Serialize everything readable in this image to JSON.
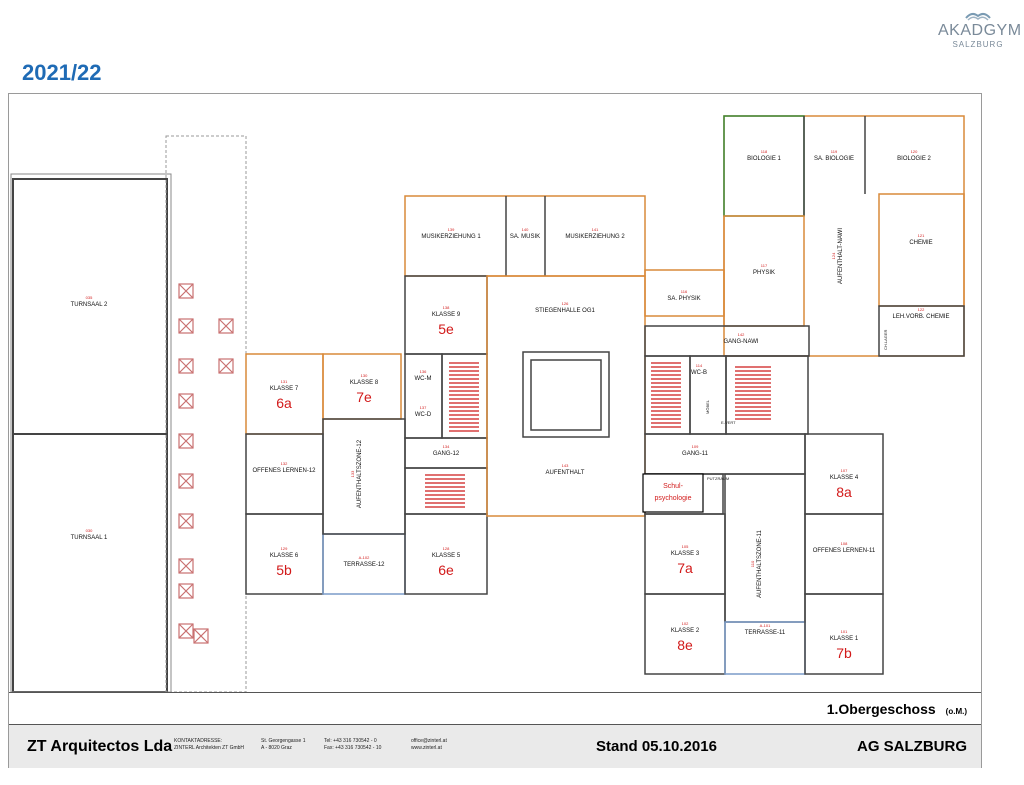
{
  "header": {
    "year": "2021/22",
    "logo_name": "AKADGYM",
    "logo_sub": "SALZBURG"
  },
  "colors": {
    "year": "#1f6bb5",
    "class_label": "#d21a1a",
    "room_number": "#d21a1a",
    "wall": "#444444",
    "orange_wall": "#d98a3a",
    "green_wall": "#3b8a3b"
  },
  "rooms": [
    {
      "id": "turnsaal2",
      "name": "TURNSAAL 2",
      "num": "035"
    },
    {
      "id": "turnsaal1",
      "name": "TURNSAAL 1",
      "num": "030"
    },
    {
      "id": "klasse7",
      "name": "KLASSE 7",
      "num": "131",
      "class": "6a"
    },
    {
      "id": "klasse8",
      "name": "KLASSE 8",
      "num": "130",
      "class": "7e"
    },
    {
      "id": "offenes12",
      "name": "OFFENES LERNEN-12",
      "num": "132"
    },
    {
      "id": "klasse6",
      "name": "KLASSE 6",
      "num": "129",
      "class": "5b"
    },
    {
      "id": "terrasse12",
      "name": "TERRASSE-12",
      "num": "A-102"
    },
    {
      "id": "klasse5",
      "name": "KLASSE 5",
      "num": "128",
      "class": "6e"
    },
    {
      "id": "aufenthalt12",
      "name": "AUFENTHALTSZONE-12",
      "num": "133"
    },
    {
      "id": "wcm",
      "name": "WC-M",
      "num": "136"
    },
    {
      "id": "wcd",
      "name": "WC-D",
      "num": "137"
    },
    {
      "id": "gang12",
      "name": "GANG-12",
      "num": "134"
    },
    {
      "id": "musik1",
      "name": "MUSIKERZIEHUNG 1",
      "num": "139"
    },
    {
      "id": "samusik",
      "name": "SA. MUSIK",
      "num": "140"
    },
    {
      "id": "musik2",
      "name": "MUSIKERZIEHUNG 2",
      "num": "141"
    },
    {
      "id": "klasse9",
      "name": "KLASSE 9",
      "num": "138",
      "class": "5e"
    },
    {
      "id": "stiegenhalle",
      "name": "STIEGENHALLE OG1",
      "num": "126"
    },
    {
      "id": "aufenthalt",
      "name": "AUFENTHALT",
      "num": "143"
    },
    {
      "id": "saphysik",
      "name": "SA. PHYSIK",
      "num": "116"
    },
    {
      "id": "physik",
      "name": "PHYSIK",
      "num": "117"
    },
    {
      "id": "biologie1",
      "name": "BIOLOGIE 1",
      "num": "118"
    },
    {
      "id": "sabiologie",
      "name": "SA. BIOLOGIE",
      "num": "119"
    },
    {
      "id": "biologie2",
      "name": "BIOLOGIE 2",
      "num": "120"
    },
    {
      "id": "chemie",
      "name": "CHEMIE",
      "num": "121"
    },
    {
      "id": "lehvorb",
      "name": "LEH.VORB. CHEMIE",
      "num": "122"
    },
    {
      "id": "aufnawi",
      "name": "AUFENTHALT-NAWI",
      "num": "124"
    },
    {
      "id": "gangnawi",
      "name": "GANG-NAWI",
      "num": "142"
    },
    {
      "id": "wcb",
      "name": "WC-B",
      "num": "114"
    },
    {
      "id": "gang11",
      "name": "GANG-11",
      "num": "109"
    },
    {
      "id": "klasse4",
      "name": "KLASSE 4",
      "num": "107",
      "class": "8a"
    },
    {
      "id": "offenes11",
      "name": "OFFENES LERNEN-11",
      "num": "108"
    },
    {
      "id": "klasse3",
      "name": "KLASSE 3",
      "num": "105",
      "class": "7a"
    },
    {
      "id": "aufenthalt11",
      "name": "AUFENTHALTSZONE-11",
      "num": "110"
    },
    {
      "id": "klasse2",
      "name": "KLASSE 2",
      "num": "102",
      "class": "8e"
    },
    {
      "id": "terrasse11",
      "name": "TERRASSE-11",
      "num": "A-101"
    },
    {
      "id": "klasse1",
      "name": "KLASSE 1",
      "num": "101",
      "class": "7b"
    }
  ],
  "small_labels": {
    "moebel": "MÖBEL",
    "putzraum": "PUTZRAUM",
    "evert": "E-VERT",
    "chem_lager": "CH.LAGER"
  },
  "schulpsychologie": {
    "line1": "Schul-",
    "line2": "psychologie"
  },
  "footer": {
    "floor": "1.Obergeschoss",
    "floor_abbr": "(o.M.)",
    "company": "ZT Arquitectos Lda",
    "contact_label1": "KONTAKTADRESSE:",
    "contact_label2": "ZINTERL Architekten ZT GmbH",
    "address1": "St. Georgengasse 1",
    "address2": "A - 8020 Graz",
    "tel": "Tel: +43 316 730542 - 0",
    "fax": "Fax: +43 316 730542 - 10",
    "email": "office@zinterl.at",
    "web": "www.zinterl.at",
    "stand": "Stand 05.10.2016",
    "client": "AG SALZBURG"
  }
}
